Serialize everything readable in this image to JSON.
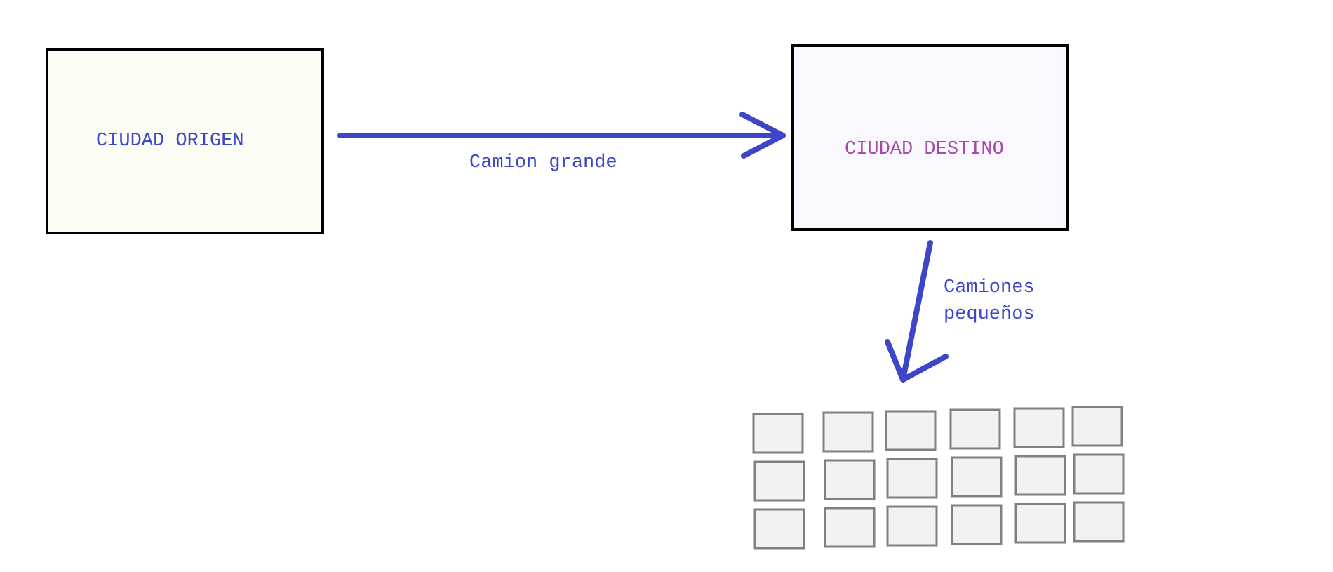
{
  "nodes": {
    "origin": {
      "label": "CIUDAD ORIGEN",
      "fill": "#fcfdf5",
      "text_color": "#3d46c9"
    },
    "destination": {
      "label": "CIUDAD DESTINO",
      "fill": "#f8f8fe",
      "text_color": "#a94aa8"
    }
  },
  "edges": {
    "big_truck": {
      "label": "Camion grande",
      "color": "#3d46c9"
    },
    "small_trucks": {
      "label_line1": "Camiones",
      "label_line2": "pequeños",
      "color": "#3d46c9"
    }
  },
  "small_boxes": {
    "rows": 3,
    "cols": 6,
    "fill": "#f2f2f2",
    "stroke": "#808080"
  }
}
